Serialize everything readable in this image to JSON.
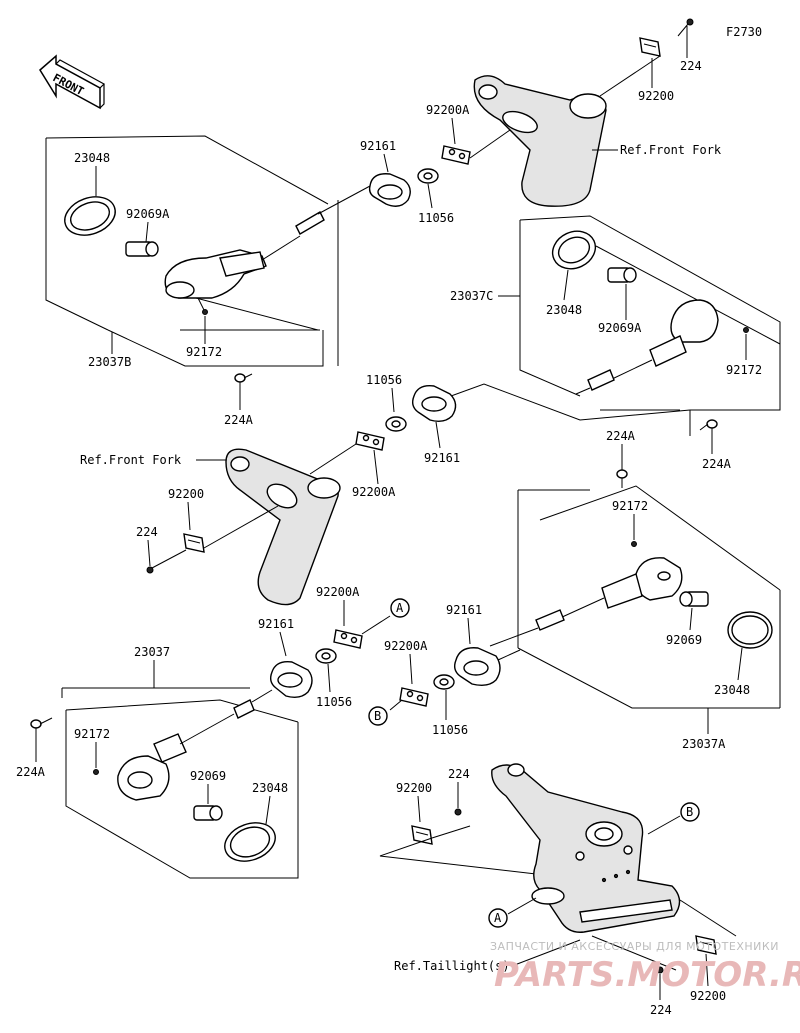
{
  "figure_code": "F2730",
  "front_label": "FRONT",
  "labels": {
    "l224_top": "224",
    "l92200_top": "92200",
    "l92200A_top": "92200A",
    "ref_front_fork_right": "Ref.Front Fork",
    "l92161_top": "92161",
    "l11056_top": "11056",
    "l23048_tl": "23048",
    "l92069A_tl": "92069A",
    "l92172_tl": "92172",
    "l23037B": "23037B",
    "l224A_tl": "224A",
    "l23037C": "23037C",
    "l23048_tr": "23048",
    "l92069A_tr": "92069A",
    "l92172_tr": "92172",
    "l224A_tr": "224A",
    "l11056_mid": "11056",
    "l92161_mid": "92161",
    "ref_front_fork_left": "Ref.Front Fork",
    "l92200A_mid": "92200A",
    "l92200_mid": "92200",
    "l224_mid": "224",
    "l224A_mr": "224A",
    "l92172_mr": "92172",
    "l92069_mr": "92069",
    "l23048_mr": "23048",
    "l23037A": "23037A",
    "l92200A_lc": "92200A",
    "l92161_ll": "92161",
    "l11056_ll": "11056",
    "l92161_lc": "92161",
    "l92200A_lc2": "92200A",
    "l11056_lc": "11056",
    "l23037": "23037",
    "l224A_bl": "224A",
    "l92172_bl": "92172",
    "l92069_bl": "92069",
    "l23048_bl": "23048",
    "l92200_bot": "92200",
    "l224_bot": "224",
    "ref_taillight": "Ref.Taillight(s)",
    "l224_br": "224",
    "l92200_br": "92200",
    "callout_A": "A",
    "callout_B": "B"
  },
  "watermark": {
    "line1": "ЗАПЧАСТИ И АКСЕССУАРЫ ДЛЯ МОТОТЕХНИКИ",
    "line2": "PARTS.MOTOR.RU"
  }
}
